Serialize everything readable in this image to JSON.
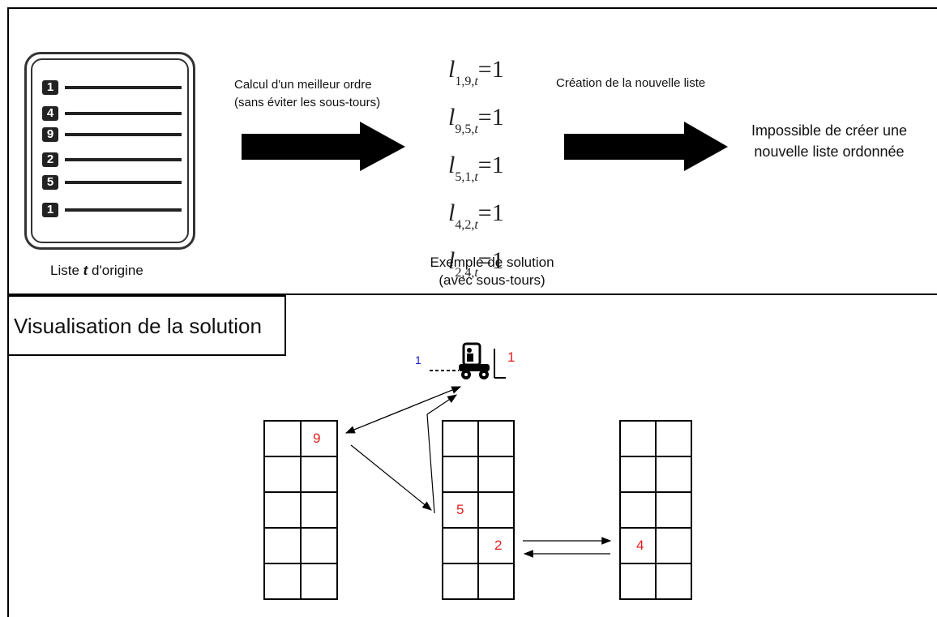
{
  "top_panel": {
    "origin_list": {
      "items": [
        "1",
        "4",
        "9",
        "2",
        "5",
        "1"
      ],
      "caption_before": "Liste ",
      "caption_var": "t",
      "caption_after": " d'origine"
    },
    "step1_label_line1": "Calcul d'un meilleur ordre",
    "step1_label_line2": "(sans éviter les sous-tours)",
    "solution_equations": [
      {
        "var": "l",
        "sub": "1,9,",
        "subvar": "t",
        "rhs": "=1"
      },
      {
        "var": "l",
        "sub": "9,5,",
        "subvar": "t",
        "rhs": "=1"
      },
      {
        "var": "l",
        "sub": "5,1,",
        "subvar": "t",
        "rhs": "=1"
      },
      {
        "var": "l",
        "sub": "4,2,",
        "subvar": "t",
        "rhs": "=1"
      },
      {
        "var": "l",
        "sub": "2,4,",
        "subvar": "t",
        "rhs": "=1"
      }
    ],
    "solution_caption_line1": "Exemple de solution",
    "solution_caption_line2": "(avec sous-tours)",
    "step2_label": "Création de la nouvelle liste",
    "result_line1": "Impossible de créer une",
    "result_line2": "nouvelle liste ordonnée"
  },
  "bottom_panel": {
    "title": "Visualisation de la solution",
    "forklift_left_label": "1",
    "forklift_right_label": "1",
    "rack_labels": {
      "rack1": "9",
      "rack2_a": "5",
      "rack2_b": "2",
      "rack3": "4"
    },
    "colors": {
      "red_label": "#e02020",
      "blue_label": "#1a1ad0"
    }
  }
}
